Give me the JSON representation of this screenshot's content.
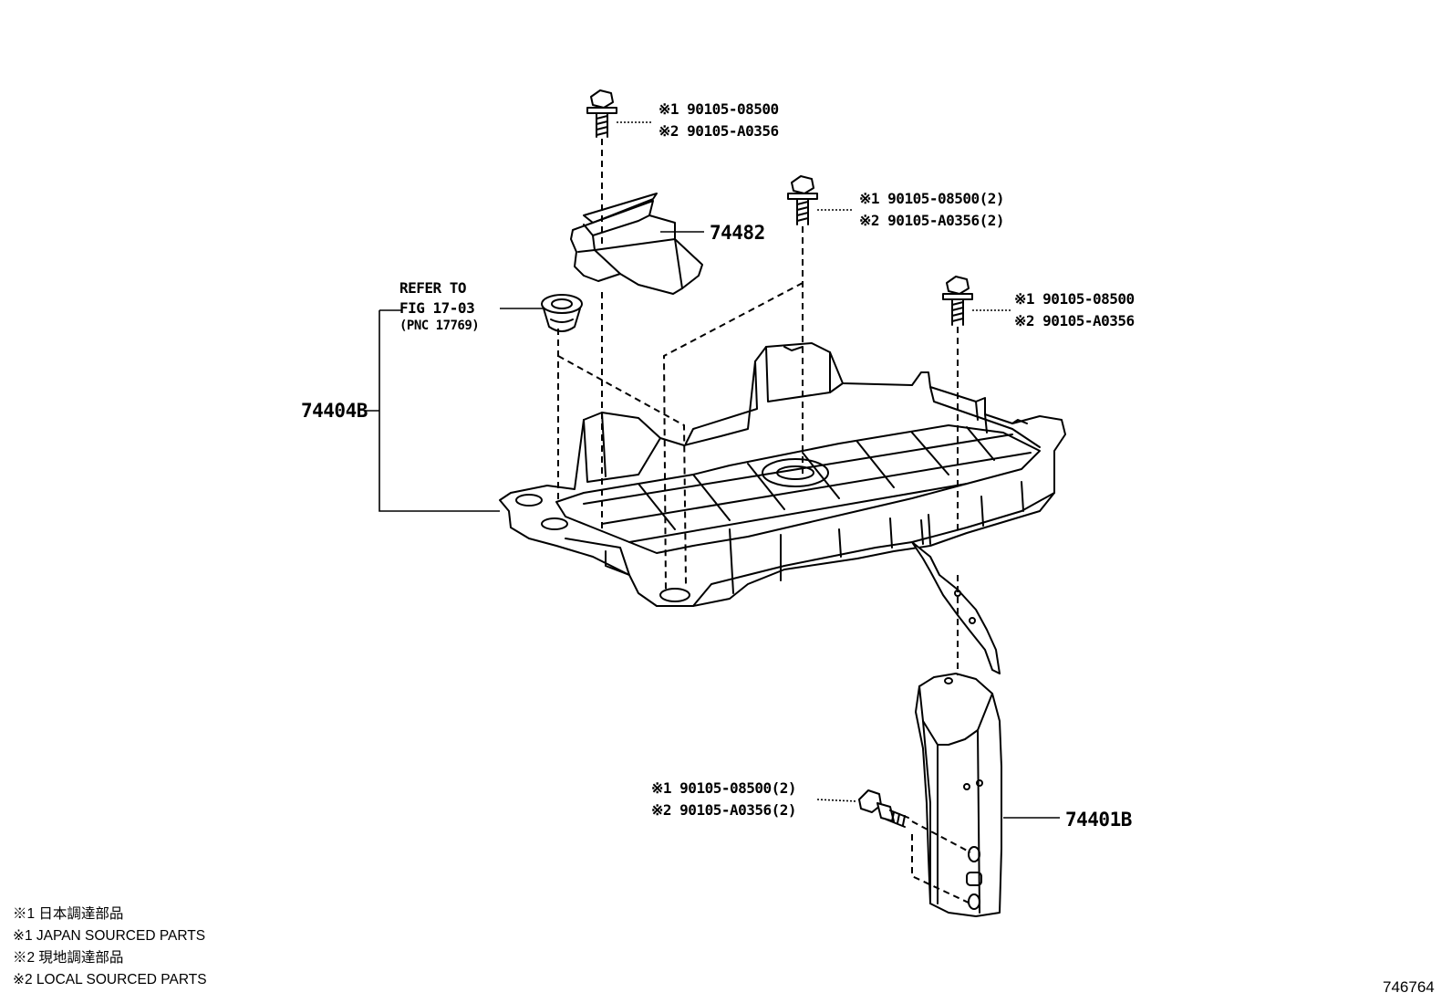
{
  "bolt_top": {
    "line1": "※1 90105-08500",
    "line2": "※2 90105-A0356"
  },
  "bolt_center": {
    "line1": "※1 90105-08500(2)",
    "line2": "※2 90105-A0356(2)"
  },
  "bolt_right": {
    "line1": "※1 90105-08500",
    "line2": "※2 90105-A0356"
  },
  "bolt_bracket": {
    "line1": "※1 90105-08500(2)",
    "line2": "※2 90105-A0356(2)"
  },
  "parts": {
    "bracket_top": "74482",
    "tray": "74404B",
    "bracket_lower": "74401B"
  },
  "refer": {
    "line1": "REFER TO",
    "line2": "FIG 17-03",
    "line3": "(PNC 17769)"
  },
  "legend": [
    "※1 日本調達部品",
    "※1 JAPAN SOURCED PARTS",
    "※2 現地調達部品",
    "※2 LOCAL SOURCED PARTS"
  ],
  "figure_number": "746764"
}
